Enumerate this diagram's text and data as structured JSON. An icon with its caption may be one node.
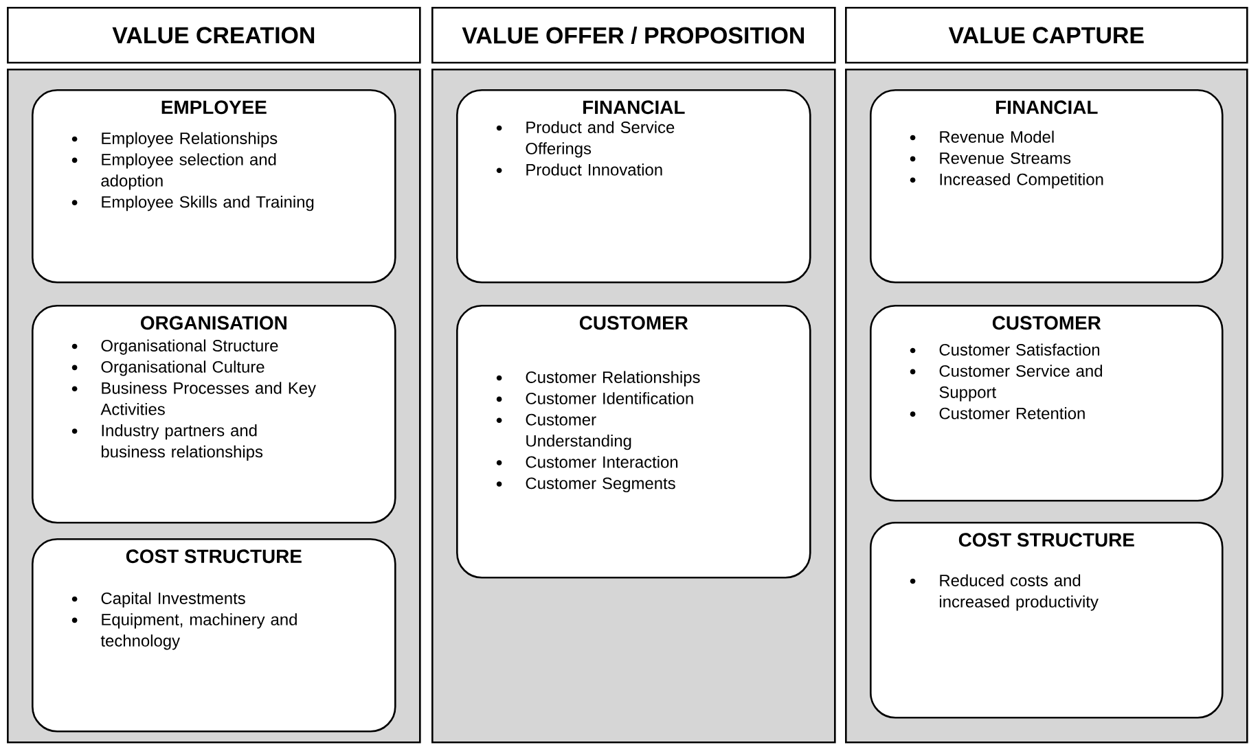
{
  "diagram": {
    "nodes": [
      {
        "text": [
          "VALUE CREATION"
        ]
      },
      {
        "text": [],
        "shape": "box"
      },
      {
        "text": [
          "EMPLOYEE",
          "Employee Relationships",
          "Employee selection and adoption",
          "Employee Skills and Training"
        ],
        "in": 1
      },
      {
        "text": [
          "ORGANISATION",
          "Organisational Structure",
          "Organisational Culture",
          "Business Processes and Key Activities",
          "Industry partners and business relationships"
        ],
        "in": 1
      },
      {
        "text": [
          "COST STRUCTURE",
          "Capital Investments",
          "Equipment, machinery and technology"
        ],
        "in": 1
      },
      {
        "text": [
          "VALUE OFFER / PROPOSITION"
        ]
      },
      {
        "text": [],
        "shape": "box"
      },
      {
        "text": [
          "FINANCIAL",
          "Product and Service Offerings",
          "Product Innovation"
        ],
        "in": 6
      },
      {
        "text": [
          "CUSTOMER",
          "Customer Relationships",
          "Customer Identification",
          "Customer Understanding",
          "Customer Interaction",
          "Customer Segments"
        ],
        "in": 6
      },
      {
        "text": [
          "VALUE CAPTURE"
        ]
      },
      {
        "text": [],
        "shape": "box"
      },
      {
        "text": [
          "FINANCIAL",
          "Revenue Model",
          "Revenue Streams",
          "Increased Competition"
        ],
        "in": 10
      },
      {
        "text": [
          "CUSTOMER",
          "Customer Satisfaction",
          "Customer Service and Support",
          "Customer Retention"
        ],
        "in": 10
      },
      {
        "text": [
          "COST STRUCTURE",
          "Reduced costs and increased productivity"
        ],
        "in": 10
      }
    ]
  }
}
